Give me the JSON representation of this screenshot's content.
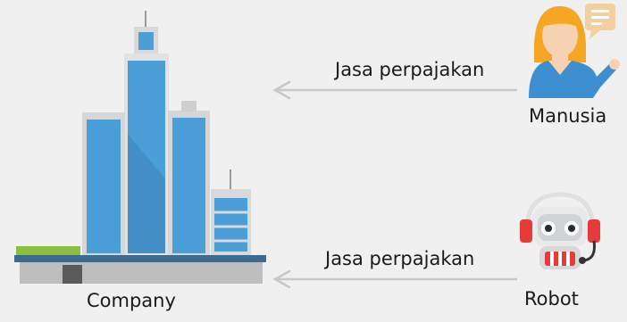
{
  "diagram": {
    "nodes": {
      "company": {
        "label": "Company",
        "icon": "office-building-icon"
      },
      "manusia": {
        "label": "Manusia",
        "icon": "human-agent-icon"
      },
      "robot": {
        "label": "Robot",
        "icon": "robot-agent-icon"
      }
    },
    "edges": [
      {
        "from": "manusia",
        "to": "company",
        "label": "Jasa perpajakan"
      },
      {
        "from": "robot",
        "to": "company",
        "label": "Jasa perpajakan"
      }
    ]
  },
  "colors": {
    "background": "#f0f0f0",
    "arrow": "#c8c8c8",
    "building_glass": "#4a9fd8",
    "building_body": "#d9d9d9",
    "person_hair": "#f5a623",
    "person_shirt": "#3d8fd1",
    "robot_headset": "#e63b3b"
  }
}
